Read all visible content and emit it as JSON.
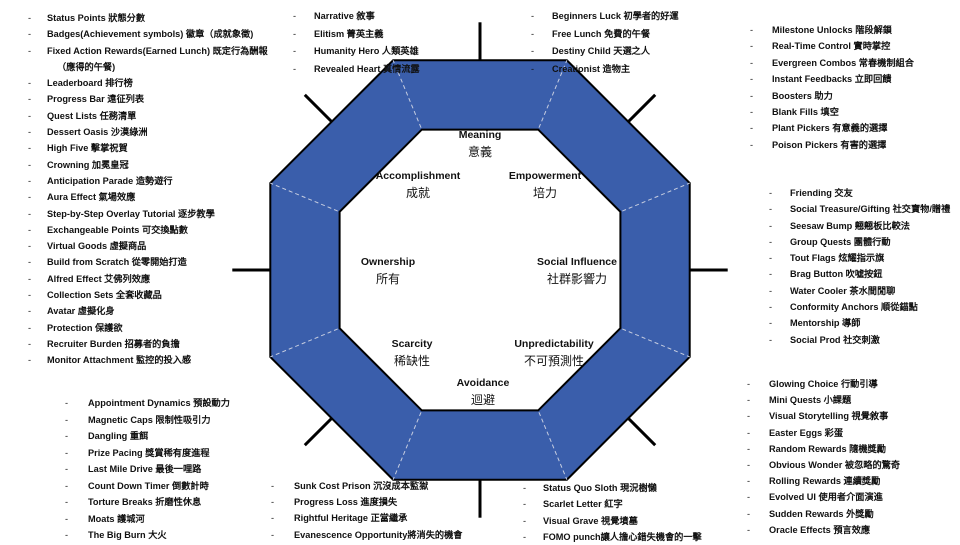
{
  "diagram": {
    "colors": {
      "octagon_fill": "#3a5eab",
      "inner_fill": "#ffffff",
      "outline": "#000000",
      "spokes": "#000000"
    },
    "inner_labels": [
      {
        "id": "meaning",
        "en": "Meaning",
        "zh": "意義"
      },
      {
        "id": "empowerment",
        "en": "Empowerment",
        "zh": "培力"
      },
      {
        "id": "social-influence",
        "en": "Social Influence",
        "zh": "社群影響力"
      },
      {
        "id": "unpredictability",
        "en": "Unpredictability",
        "zh": "不可預測性"
      },
      {
        "id": "avoidance",
        "en": "Avoidance",
        "zh": "迴避"
      },
      {
        "id": "scarcity",
        "en": "Scarcity",
        "zh": "稀缺性"
      },
      {
        "id": "ownership",
        "en": "Ownership",
        "zh": "所有"
      },
      {
        "id": "accomplishment",
        "en": "Accomplishment",
        "zh": "成就"
      }
    ],
    "lists": {
      "top_left": [
        "Status Points 狀態分數",
        "Badges(Achievement symbols) 徽章（成就象徵)",
        [
          "Fixed Action Rewards(Earned Lunch) 既定行為酬報",
          "（應得的午餐)"
        ],
        "Leaderboard 排行榜",
        "Progress Bar 遠征列表",
        "Quest Lists 任務清單",
        "Dessert Oasis 沙漠綠洲",
        "High Five 擊掌祝賀",
        "Crowning 加冕皇冠",
        "Anticipation Parade 造勢遊行",
        "Aura Effect 氣場效應",
        "Step-by-Step Overlay Tutorial 逐步教學",
        "Exchangeable Points 可交換點數",
        "Virtual Goods 虛擬商品",
        "Build from Scratch 從零開始打造",
        "Alfred Effect 艾佛列效應",
        "Collection Sets 全套收藏品",
        "Avatar 虛擬化身",
        "Protection 保護欲",
        "Recruiter Burden 招募者的負擔",
        "Monitor Attachment 監控的投入感"
      ],
      "top_center": [
        "Narrative 敘事",
        "Elitism 菁英主義",
        "Humanity Hero 人類英雄",
        "Revealed Heart 真情流露"
      ],
      "top_right_center": [
        "Beginners Luck 初學者的好運",
        "Free Lunch 免費的午餐",
        "Destiny Child 天選之人",
        "Creationist 造物主"
      ],
      "top_right": [
        "Milestone Unlocks 階段解鎖",
        "Real-Time Control 實時掌控",
        "Evergreen Combos 常春機制組合",
        "Instant Feedbacks 立即回饋",
        "Boosters 助力",
        "Blank Fills 填空",
        "Plant Pickers 有意義的選擇",
        "Poison Pickers 有害的選擇"
      ],
      "right": [
        "Friending 交友",
        "Social Treasure/Gifting 社交寶物/贈禮",
        "Seesaw Bump 翹翹板比較法",
        "Group Quests 團體行動",
        "Tout Flags 炫耀指示旗",
        "Brag Button 吹噓按鈕",
        "Water Cooler 茶水間閒聊",
        "Conformity Anchors 順從錨點",
        "Mentorship 導師",
        "Social Prod 社交刺激"
      ],
      "bottom_right": [
        "Glowing Choice 行動引導",
        "Mini Quests 小課題",
        "Visual Storytelling 視覺敘事",
        "Easter Eggs 彩蛋",
        "Random Rewards 隨機獎勵",
        "Obvious Wonder 被忽略的驚奇",
        "Rolling Rewards 連續獎勵",
        "Evolved UI 使用者介面演進",
        "Sudden Rewards 外獎勵",
        "Oracle Effects 預言效應"
      ],
      "bottom_left": [
        "Appointment Dynamics 預設動力",
        "Magnetic Caps 限制性吸引力",
        "Dangling 重餌",
        "Prize Pacing 獎賞稀有度進程",
        "Last Mile Drive 最後一哩路",
        "Count Down Timer 倒數計時",
        "Torture Breaks 折磨性休息",
        "Moats 護城河",
        "The Big Burn 大火"
      ],
      "bottom_center": [
        "Sunk Cost Prison 沉沒成本監獄",
        "Progress Loss 進度損失",
        "Rightful Heritage 正當繼承",
        "Evanescence Opportunity將消失的機會"
      ],
      "bottom_right_center": [
        "Status Quo Sloth 現況樹懶",
        "Scarlet Letter 紅字",
        "Visual Grave 視覺墳墓",
        "FOMO punch讓人擔心錯失機會的一擊"
      ]
    }
  }
}
